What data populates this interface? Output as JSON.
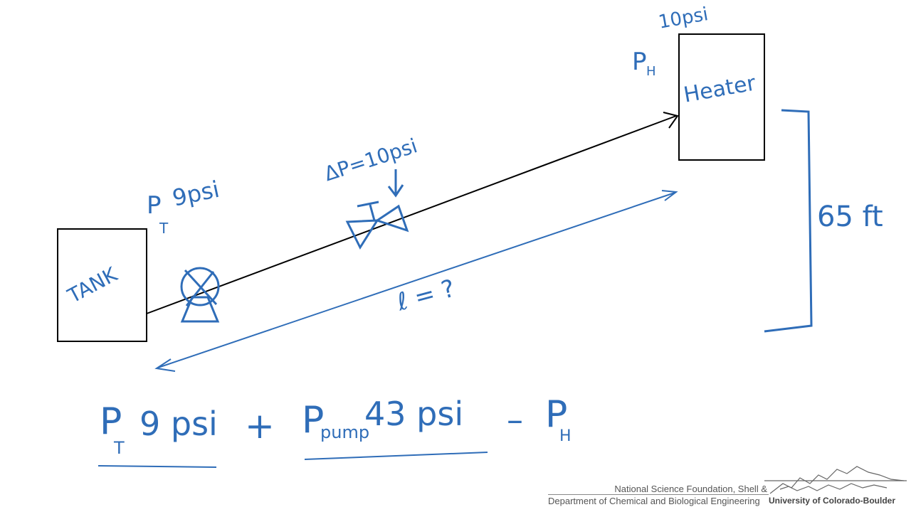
{
  "diagram": {
    "tank_label": "TANK",
    "heater_label": "Heater",
    "p_tank": {
      "symbol": "P",
      "sub": "T",
      "value": "9psi"
    },
    "p_heater": {
      "symbol": "P",
      "sub": "H",
      "value": "10psi"
    },
    "valve_drop": "ΔP=10psi",
    "length_label": "ℓ = ?",
    "height_label": "65 ft"
  },
  "equation": {
    "term1_symbol": "P",
    "term1_sub": "T",
    "term1_value": "9 psi",
    "plus": "+",
    "term2_symbol": "P",
    "term2_sub": "pump",
    "term2_value": "43 psi",
    "minus": "–",
    "term3_symbol": "P",
    "term3_sub": "H"
  },
  "footer": {
    "credit_line1": "National Science Foundation, Shell &",
    "credit_line2": "Department of Chemical and Biological Engineering",
    "university": "University of Colorado-Boulder"
  },
  "colors": {
    "ink": "#2f6db8",
    "line": "#000000"
  }
}
